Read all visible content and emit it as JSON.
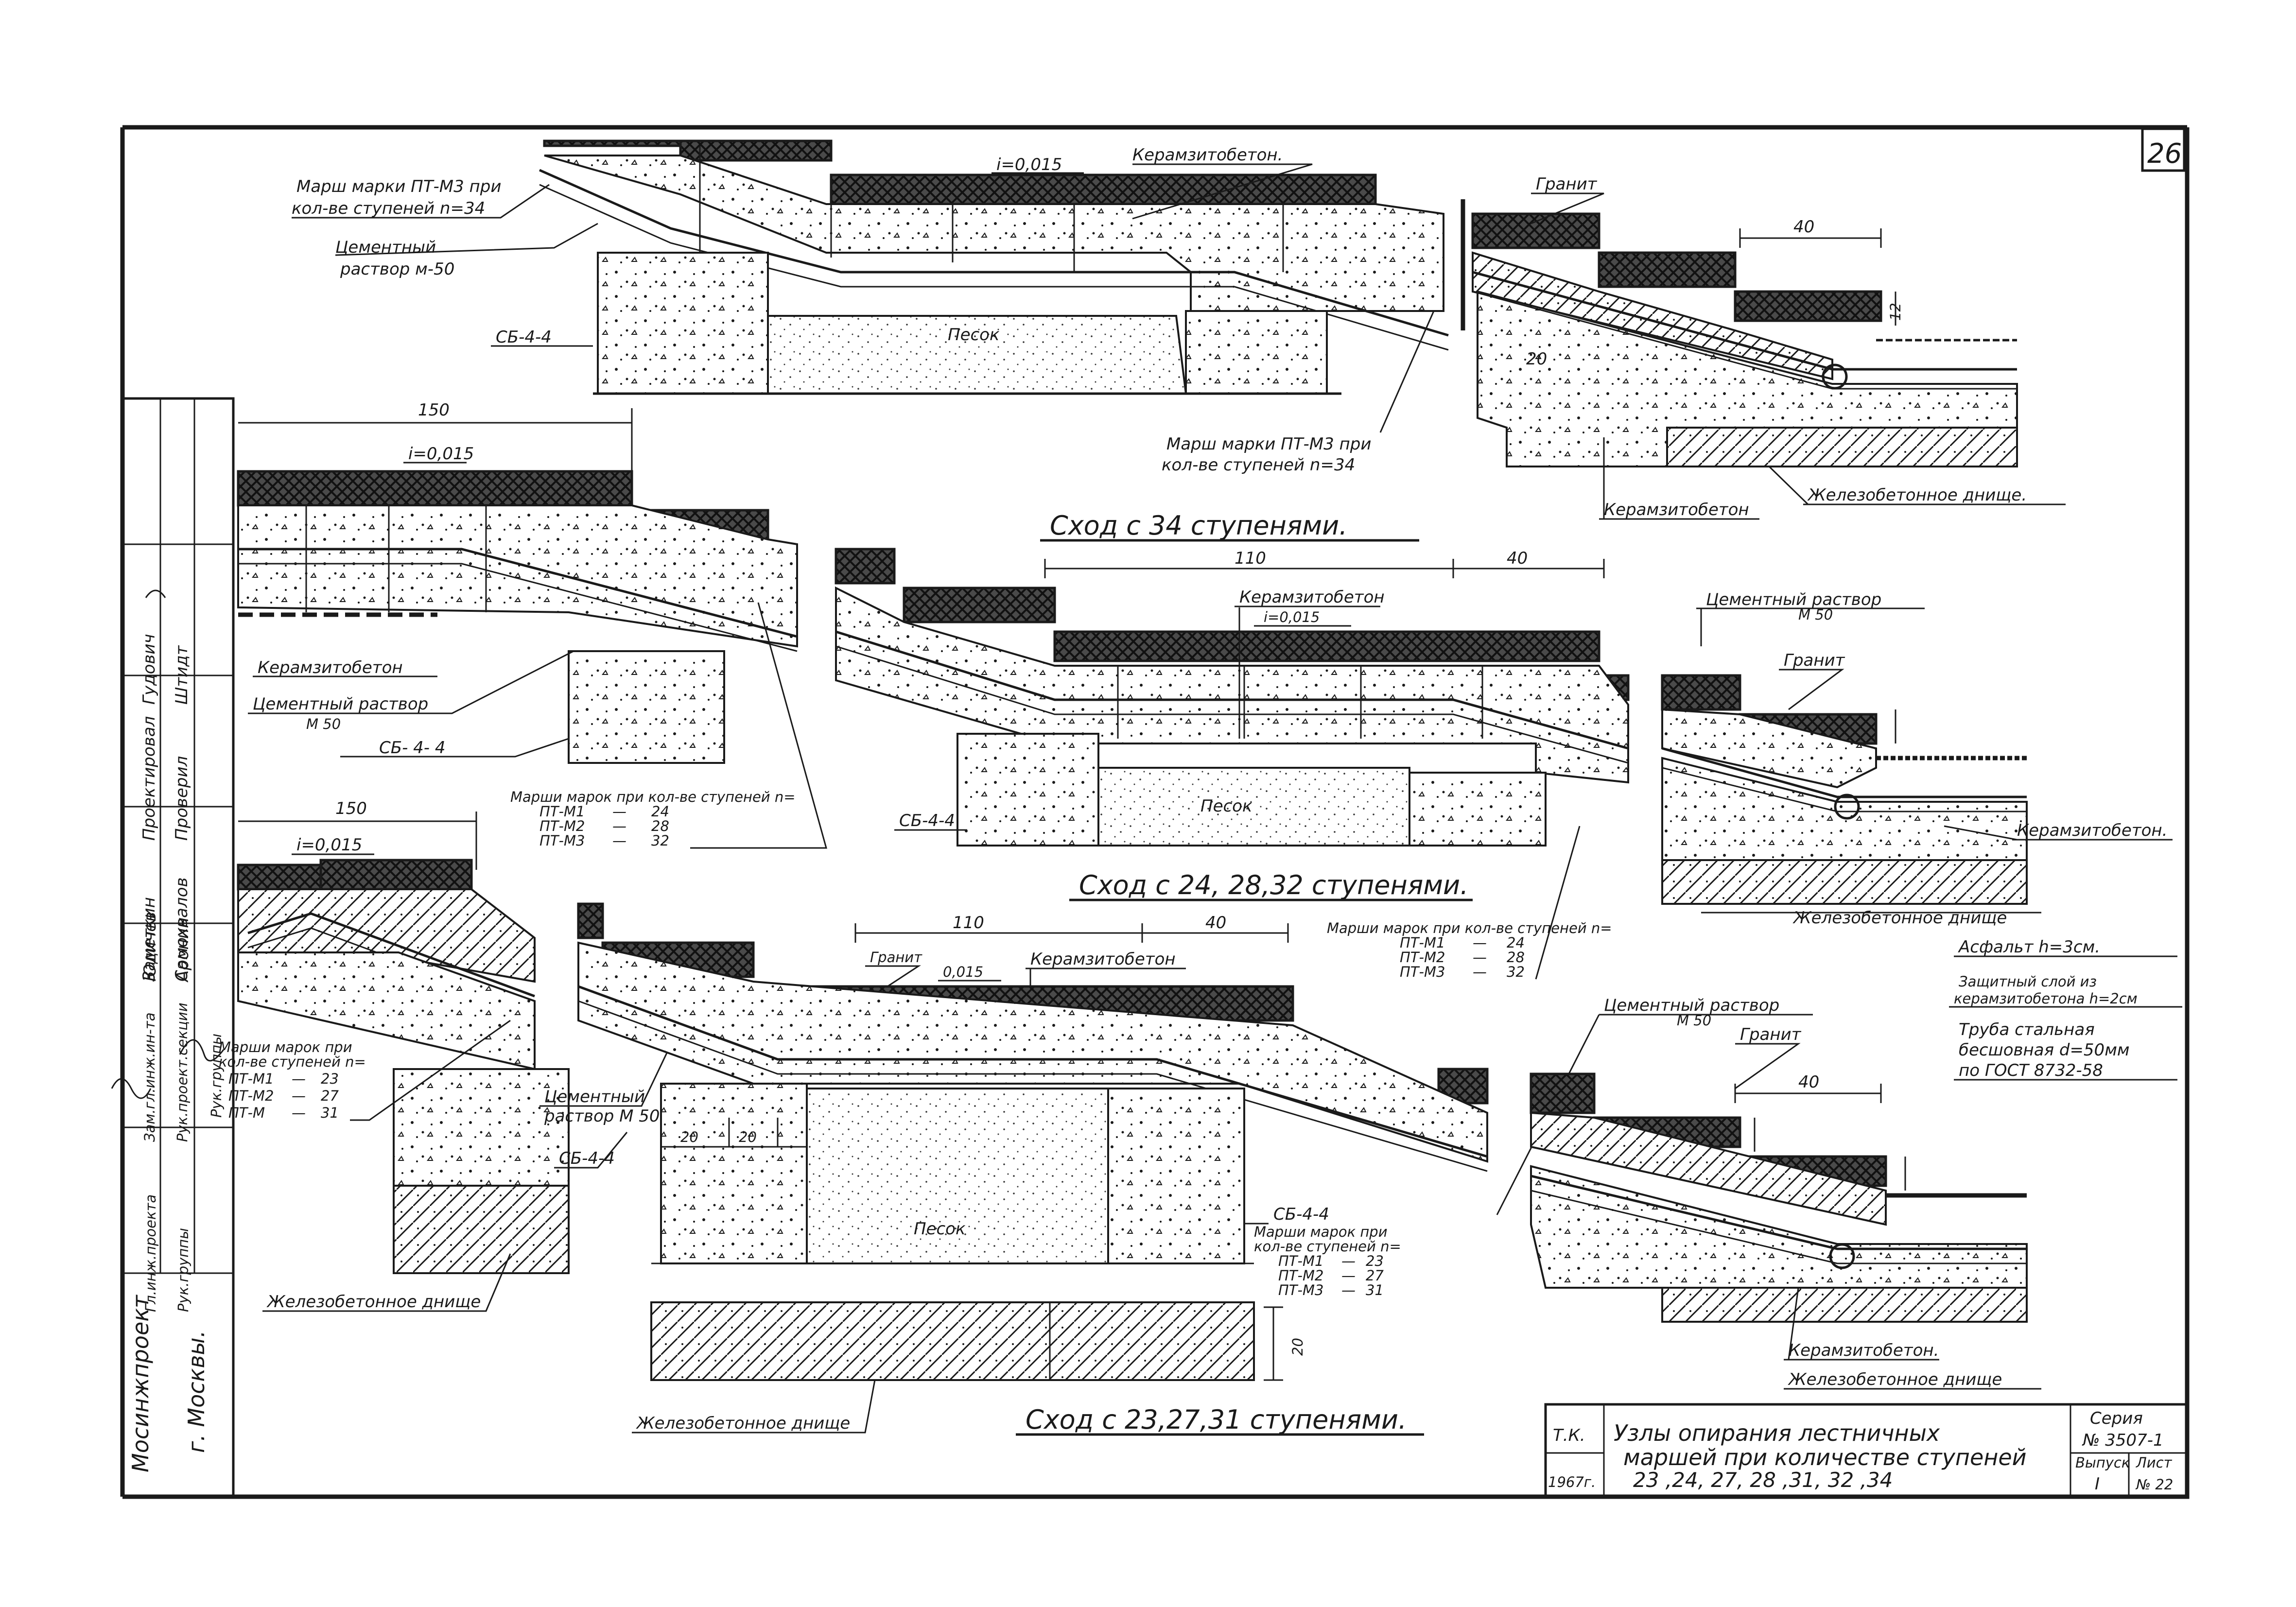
{
  "sheet": {
    "number": "26"
  },
  "side_stamp": {
    "org": "Мосинжпроект",
    "city": "г. Москвы.",
    "rows": [
      {
        "role": "Зам.гл.инж.ин-та",
        "name": "Заметкин",
        "action": "Проектировал",
        "author": "Гудович"
      },
      {
        "role": "Рук.проект.секции",
        "name": "Самохвалов",
        "action": "Проверил",
        "author": "Штидт"
      },
      {
        "role": "Гл.инж.проекта",
        "name": "Юдичев"
      },
      {
        "role": "Рук.группы",
        "name": "Аронин"
      }
    ]
  },
  "views": {
    "v1": {
      "march_label_1": "Марш марки ПТ-М3 при",
      "march_label_2": "кол-ве ступеней  n=34",
      "cement_1": "Цементный",
      "cement_2": "раствор  м-50",
      "slope": "i=0,015",
      "keramzit": "Керамзитобетон.",
      "sb": "СБ-4-4",
      "sand": "Песок",
      "granit": "Гранит",
      "dim_40": "40",
      "dim_20": "20",
      "dim_12": "12",
      "march_b_1": "Марш марки ПТ-М3 при",
      "march_b_2": "кол-ве ступеней  n=34",
      "keramzit_b": "Керамзитобетон",
      "rc_bottom": "Железобетонное днище."
    },
    "title_34": "Сход с 34 ступенями.",
    "v2": {
      "dim_150": "150",
      "slope": "i=0,015",
      "keramzit": "Керамзитобетон",
      "cement_1": "Цементный раствор",
      "cement_2": "М 50",
      "sb": "СБ- 4- 4",
      "marches_head": "Марши марок при кол-ве ступеней n=",
      "marches": [
        {
          "mark": "ПТ-М1",
          "dash": "—",
          "n": "24"
        },
        {
          "mark": "ПТ-М2",
          "dash": "—",
          "n": "28"
        },
        {
          "mark": "ПТ-М3",
          "dash": "—",
          "n": "32"
        }
      ]
    },
    "v3": {
      "dim_110": "110",
      "dim_40": "40",
      "keramzit": "Керамзитобетон",
      "slope": "i=0,015",
      "sb": "СБ-4-4",
      "sand": "Песок"
    },
    "title_24": "Сход с 24, 28,32 ступенями.",
    "v4": {
      "cement_1": "Цементный раствор",
      "cement_2": "М 50",
      "granit": "Гранит",
      "keramzit": "Керамзитобетон.",
      "rc_bottom": "Железобетонное днище"
    },
    "legend": {
      "asphalt": "Асфальт  h=3см.",
      "protective_1": "Защитный слой из",
      "protective_2": "керамзитобетона h=2см",
      "pipe_1": "Труба стальная",
      "pipe_2": "бесшовная d=50мм",
      "pipe_3": "по ГОСТ 8732-58"
    },
    "v5": {
      "dim_150": "150",
      "slope": "i=0,015",
      "marches_head_1": "Марши марок при",
      "marches_head_2": "кол-ве ступеней n=",
      "marches": [
        {
          "mark": "ПТ-М1",
          "dash": "—",
          "n": "23"
        },
        {
          "mark": "ПТ-М2",
          "dash": "—",
          "n": "27"
        },
        {
          "mark": "ПТ-М",
          "dash": "—",
          "n": "31"
        }
      ],
      "cement_1": "Цементный",
      "cement_2": "раствор М 50",
      "sb": "СБ-4-4",
      "rc_bottom": "Железобетонное днище"
    },
    "v6": {
      "dim_110": "110",
      "dim_40": "40",
      "granit": "Гранит",
      "slope": "0,015",
      "keramzit": "Керамзитобетон",
      "dim_20a": "20",
      "dim_20b": "20",
      "sand": "Песок",
      "sb": "СБ-4-4",
      "marches_head_1": "Марши марок при",
      "marches_head_2": "кол-ве ступеней n=",
      "marches": [
        {
          "mark": "ПТ-М1",
          "dash": "—",
          "n": "23"
        },
        {
          "mark": "ПТ-М2",
          "dash": "—",
          "n": "27"
        },
        {
          "mark": "ПТ-М3",
          "dash": "—",
          "n": "31"
        }
      ],
      "dim_20c": "20",
      "rc_bottom": "Железобетонное днище",
      "marches_top_head": "Марши марок при кол-ве ступеней n=",
      "marches_top": [
        {
          "mark": "ПТ-М1",
          "dash": "—",
          "n": "24"
        },
        {
          "mark": "ПТ-М2",
          "dash": "—",
          "n": "28"
        },
        {
          "mark": "ПТ-М3",
          "dash": "—",
          "n": "32"
        }
      ]
    },
    "title_23": "Сход с 23,27,31 ступенями.",
    "v7": {
      "cement_1": "Цементный раствор",
      "cement_2": "М 50",
      "granit": "Гранит",
      "dim_40": "40",
      "keramzit": "Керамзитобетон.",
      "rc_bottom": "Железобетонное днище"
    }
  },
  "title_block": {
    "tk": "Т.К.",
    "year": "1967г.",
    "title_1": "Узлы опирания лестничных",
    "title_2": "маршей при количестве ступеней",
    "title_3": "23 ,24, 27, 28 ,31, 32 ,34",
    "series_label": "Серия",
    "series": "№ 3507-1",
    "vyp_label": "Выпуск",
    "vyp": "I",
    "list_label": "Лист",
    "list": "№ 22"
  }
}
